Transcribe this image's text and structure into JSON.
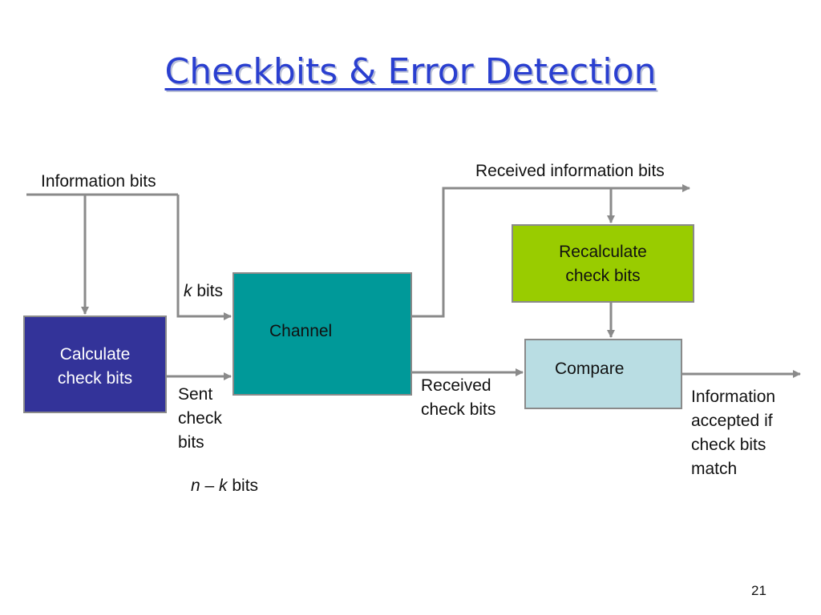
{
  "slide": {
    "title": "Checkbits & Error Detection",
    "page_number": "21"
  },
  "blocks": {
    "calculate": [
      "Calculate",
      "check bits"
    ],
    "channel": "Channel",
    "recalculate": [
      "Recalculate",
      "check bits"
    ],
    "compare": "Compare"
  },
  "labels": {
    "information_bits": "Information bits",
    "received_information_bits": "Received information bits",
    "k_var": "k",
    "k_bits_suffix": " bits",
    "sent_check_bits": [
      "Sent",
      "check",
      "bits"
    ],
    "received_check_bits": [
      "Received",
      "check bits"
    ],
    "n_var": "n",
    "n_minus": " – ",
    "nk_k_var": "k",
    "nk_bits_suffix": " bits",
    "information_accepted": [
      "Information",
      "accepted if",
      "check bits",
      "match"
    ]
  },
  "colors": {
    "title": "#2a3fd0",
    "calculate_fill": "#333399",
    "channel_fill": "#009999",
    "recalculate_fill": "#99cc00",
    "compare_fill": "#b9dde3",
    "wire": "#8a8a8a"
  }
}
